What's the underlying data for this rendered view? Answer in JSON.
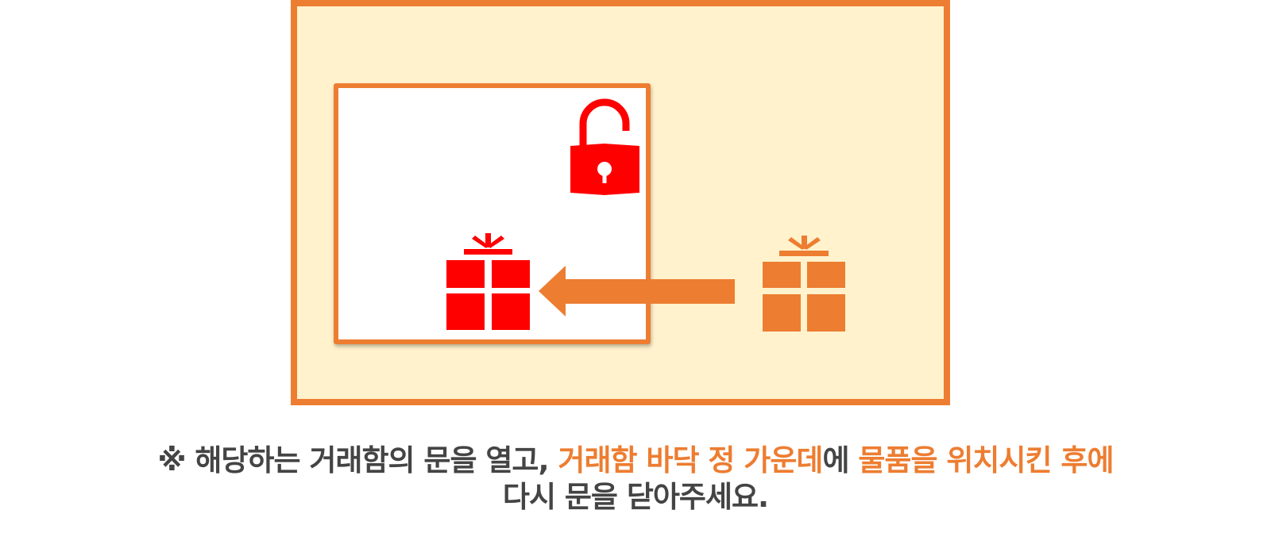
{
  "colors": {
    "accent": "#ED7D31",
    "panel_fill": "#FFF2CC",
    "lock": "#FF0000",
    "gift_inside": "#FF0000",
    "gift_outside": "#ED7D31",
    "arrow": "#ED7D31",
    "caption_text": "#444444"
  },
  "icons": {
    "lock": "unlocked-padlock-icon",
    "gift_inside": "gift-box-icon",
    "gift_outside": "gift-box-icon",
    "arrow": "left-arrow"
  },
  "caption": {
    "line1_prefix": "※ 해당하는 거래함의 문을 열고,",
    "line1_highlight1": "거래함 바닥 정 가운데",
    "line1_mid": "에",
    "line1_highlight2": "물품을 위치시킨 후에",
    "line2": "다시 문을 닫아주세요."
  }
}
